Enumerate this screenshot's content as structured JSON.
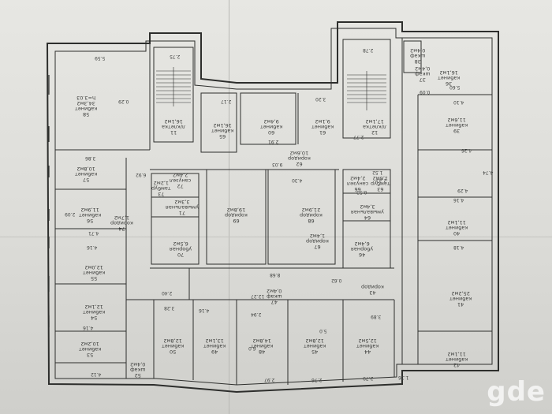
{
  "rooms": [
    {
      "id": "r58",
      "lines": [
        "58",
        "кабинет",
        "34,3м2",
        "h=3.03"
      ]
    },
    {
      "id": "r57",
      "lines": [
        "57",
        "кабинет",
        "10,8м2"
      ]
    },
    {
      "id": "r56",
      "lines": [
        "56",
        "кабинет",
        "11,9м2"
      ]
    },
    {
      "id": "r55",
      "lines": [
        "55",
        "кабинет",
        "12,0м2"
      ]
    },
    {
      "id": "r54",
      "lines": [
        "54",
        "кабинет",
        "12,1м2"
      ]
    },
    {
      "id": "r53",
      "lines": [
        "53",
        "кабинет",
        "10,2м2"
      ]
    },
    {
      "id": "r52",
      "lines": [
        "52",
        "шкаф",
        "0,4м2"
      ]
    },
    {
      "id": "r11",
      "lines": [
        "11",
        "л/клетка",
        "16,1м2"
      ]
    },
    {
      "id": "r74",
      "lines": [
        "74",
        "коридор",
        "1,7м2"
      ]
    },
    {
      "id": "r73",
      "lines": [
        "73",
        "тамбур",
        "1,2м2"
      ]
    },
    {
      "id": "r72",
      "lines": [
        "72",
        "санузел",
        "2,4м2"
      ]
    },
    {
      "id": "r71",
      "lines": [
        "71",
        "умывальная",
        "3,3м2"
      ]
    },
    {
      "id": "r70",
      "lines": [
        "70",
        "уборная",
        "6,5м2"
      ]
    },
    {
      "id": "r65",
      "lines": [
        "65",
        "кабинет",
        "16,1м2"
      ]
    },
    {
      "id": "r60",
      "lines": [
        "60",
        "кабинет",
        "9,4м2"
      ]
    },
    {
      "id": "r61",
      "lines": [
        "61",
        "кабинет",
        "9,1м2"
      ]
    },
    {
      "id": "r62",
      "lines": [
        "62",
        "коридор",
        "10,6м2"
      ]
    },
    {
      "id": "r69",
      "lines": [
        "69",
        "коридор",
        "19,8м2"
      ]
    },
    {
      "id": "r68",
      "lines": [
        "68",
        "коридор",
        "21,9м2"
      ]
    },
    {
      "id": "r67",
      "lines": [
        "67",
        "коридор",
        "1,4м2"
      ]
    },
    {
      "id": "r12",
      "lines": [
        "12",
        "л/клетка",
        "17,1м2"
      ]
    },
    {
      "id": "r66",
      "lines": [
        "66",
        "санузел",
        "2,4м2"
      ]
    },
    {
      "id": "r64",
      "lines": [
        "64",
        "умывальная",
        "3,4м2"
      ]
    },
    {
      "id": "r63",
      "lines": [
        "63",
        "тамбур",
        "1,6м2"
      ]
    },
    {
      "id": "r46",
      "lines": [
        "46",
        "уборная",
        "6,4м2"
      ]
    },
    {
      "id": "r43",
      "lines": [
        "43",
        "коридор"
      ]
    },
    {
      "id": "r50",
      "lines": [
        "50",
        "кабинет",
        "12,8м2"
      ]
    },
    {
      "id": "r49",
      "lines": [
        "49",
        "кабинет",
        "13,1м2"
      ]
    },
    {
      "id": "r48",
      "lines": [
        "48",
        "кабинет",
        "14,8м2"
      ]
    },
    {
      "id": "r47",
      "lines": [
        "47",
        "шкаф",
        "0,4м2"
      ]
    },
    {
      "id": "r45",
      "lines": [
        "45",
        "кабинет",
        "12,8м2"
      ]
    },
    {
      "id": "r44",
      "lines": [
        "44",
        "кабинет",
        "12,5м2"
      ]
    },
    {
      "id": "r36",
      "lines": [
        "36",
        "кабинет",
        "16,1м2"
      ]
    },
    {
      "id": "r37",
      "lines": [
        "37",
        "шкаф",
        "0,4м2"
      ]
    },
    {
      "id": "r38",
      "lines": [
        "38",
        "шкаф",
        "0,4м2"
      ]
    },
    {
      "id": "r39",
      "lines": [
        "39",
        "кабинет",
        "11,6м2"
      ]
    },
    {
      "id": "r40",
      "lines": [
        "40",
        "кабинет",
        "11,1м2"
      ]
    },
    {
      "id": "r41",
      "lines": [
        "41",
        "кабинет",
        "25,2м2"
      ]
    },
    {
      "id": "r42",
      "lines": [
        "42",
        "кабинет",
        "11,1м2"
      ]
    }
  ],
  "dimensions": [
    "5.59",
    "2.75",
    "2.78",
    "2.77",
    "2.17",
    "2.91",
    "3.20",
    "9.03",
    "5.60",
    "4.10",
    "4.26",
    "4.74",
    "4.29",
    "4.16",
    "4.18",
    "3.86",
    "6.92",
    "4.71",
    "4.16",
    "4.16",
    "2.40",
    "3.28",
    "4.16",
    "3.89",
    "8.68",
    "12.27",
    "2.94",
    "6.0",
    "2.97",
    "2.76",
    "2.79",
    "1.36",
    "4.12",
    "1.52",
    "2.33",
    "0.62",
    "0.53",
    "5.0",
    "4.30",
    "0.09",
    "0.29",
    "2.09"
  ],
  "watermark": "gde"
}
